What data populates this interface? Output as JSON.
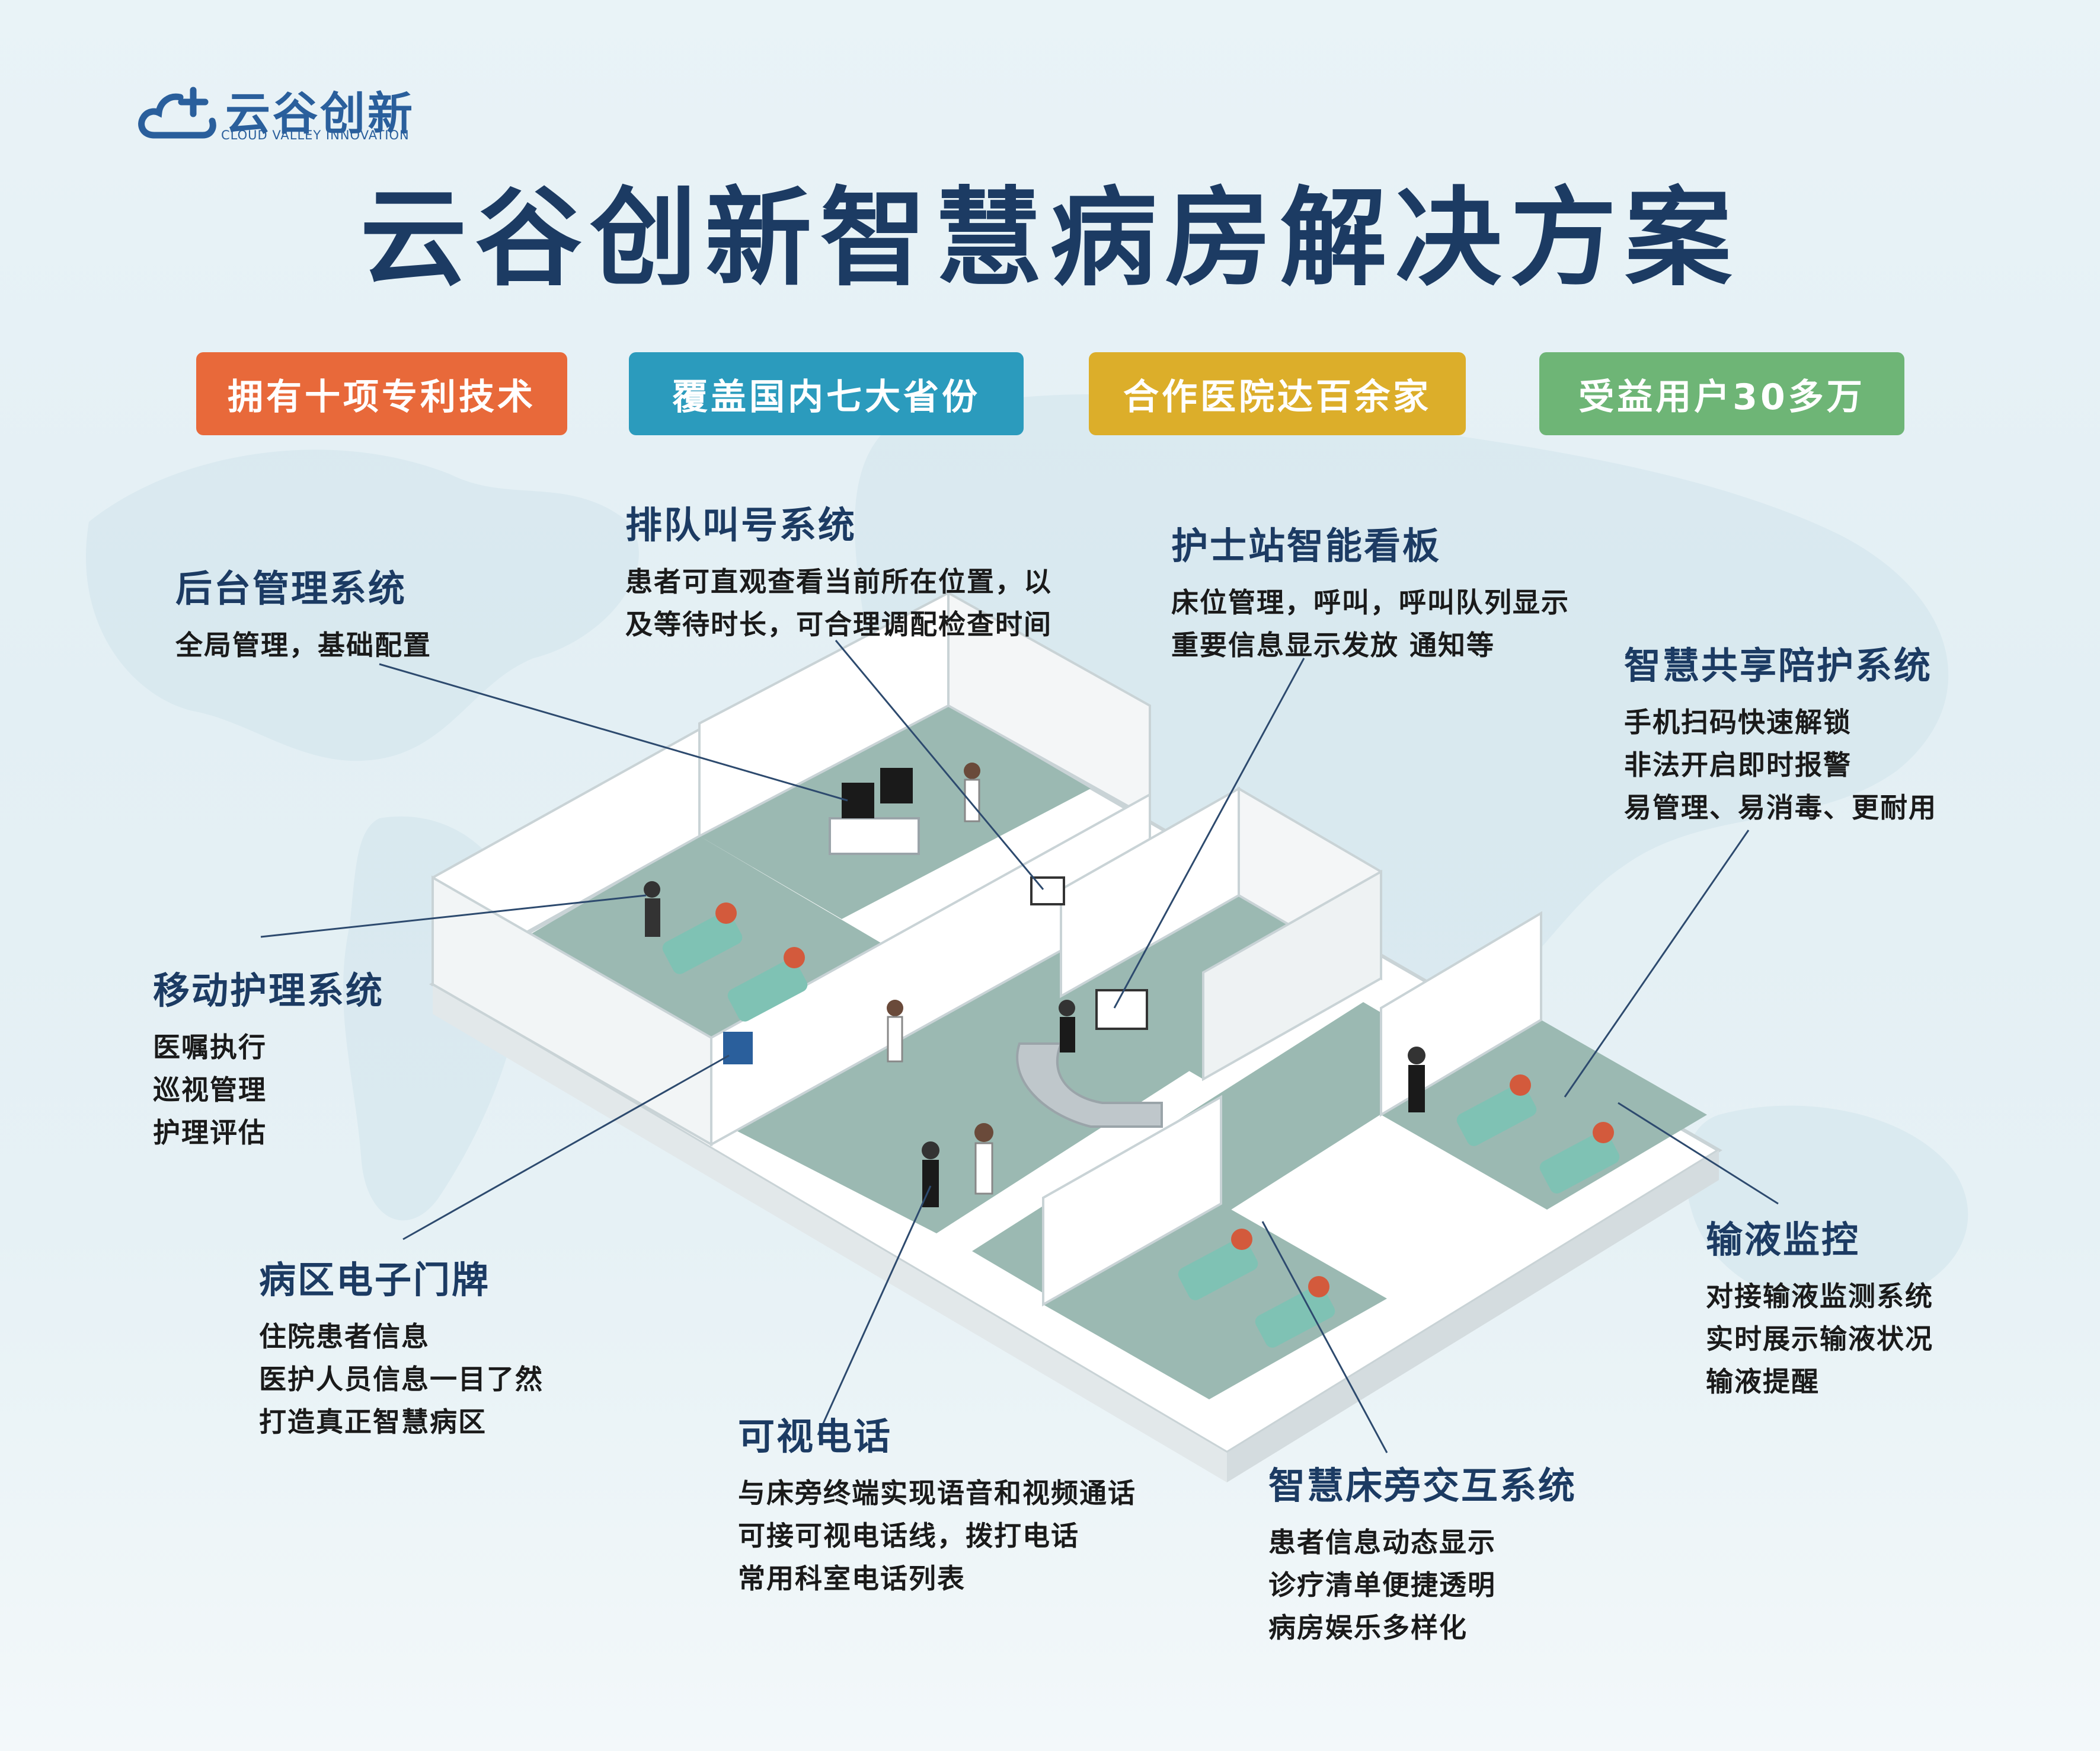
{
  "logo": {
    "name_cn": "云谷创新",
    "name_en": "CLOUD VALLEY INNOVATION",
    "brand_color": "#2a5f9c"
  },
  "title": "云谷创新智慧病房解决方案",
  "badges": [
    {
      "label": "拥有十项专利技术",
      "color": "#e8693a"
    },
    {
      "label": "覆盖国内七大省份",
      "color": "#2b9bbd"
    },
    {
      "label": "合作医院达百余家",
      "color": "#dcae2a"
    },
    {
      "label": "受益用户30多万",
      "color": "#6eb576"
    }
  ],
  "callouts": [
    {
      "title": "后台管理系统",
      "lines": [
        "全局管理，基础配置"
      ]
    },
    {
      "title": "排队叫号系统",
      "lines": [
        "患者可直观查看当前所在位置，以",
        "及等待时长，可合理调配检查时间"
      ]
    },
    {
      "title": "护士站智能看板",
      "lines": [
        "床位管理，呼叫，呼叫队列显示",
        "重要信息显示发放 通知等"
      ]
    },
    {
      "title": "智慧共享陪护系统",
      "lines": [
        "手机扫码快速解锁",
        "非法开启即时报警",
        "易管理、易消毒、更耐用"
      ]
    },
    {
      "title": "移动护理系统",
      "lines": [
        "医嘱执行",
        "巡视管理",
        "护理评估"
      ]
    },
    {
      "title": "病区电子门牌",
      "lines": [
        "住院患者信息",
        "医护人员信息一目了然",
        "打造真正智慧病区"
      ]
    },
    {
      "title": "可视电话",
      "lines": [
        "与床旁终端实现语音和视频通话",
        "可接可视电话线，拨打电话",
        "常用科室电话列表"
      ]
    },
    {
      "title": "智慧床旁交互系统",
      "lines": [
        "患者信息动态显示",
        "诊疗清单便捷透明",
        "病房娱乐多样化"
      ]
    },
    {
      "title": "输液监控",
      "lines": [
        "对接输液监测系统",
        "实时展示输液状况",
        "输液提醒"
      ]
    }
  ],
  "colors": {
    "title": "#1c3b63",
    "floor": "#9bb9b2",
    "wall": "#ffffff",
    "wall_edge": "#c9d3d6",
    "leader": "#2d4a6e"
  }
}
